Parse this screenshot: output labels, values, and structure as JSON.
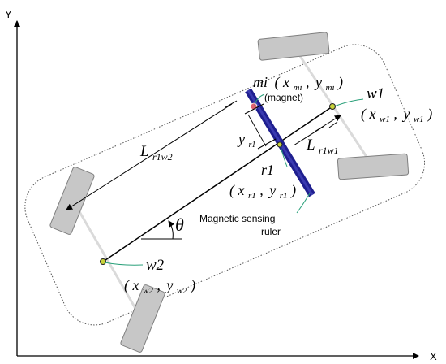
{
  "axes": {
    "x_label": "X",
    "y_label": "Y"
  },
  "labels": {
    "mi_prefix": "mi",
    "mi_coords_open": "(",
    "mi_x": "x",
    "mi_x_sub": "mi",
    "mi_sep": ",",
    "mi_y": "y",
    "mi_y_sub": "mi",
    "mi_close": ")",
    "magnet": "(magnet)",
    "w1": "w1",
    "w1_coords_open": "(",
    "w1_x": "x",
    "w1_x_sub": "w1",
    "w1_sep": ",",
    "w1_y": "y",
    "w1_y_sub": "w1",
    "w1_close": ")",
    "l_r1w2": "L",
    "l_r1w2_sub": "r1w2",
    "y_r1": "y",
    "y_r1_sub": "r1",
    "l_r1w1": "L",
    "l_r1w1_sub": "r1w1",
    "r1": "r1",
    "r1_coords_open": "(",
    "r1_x": "x",
    "r1_x_sub": "r1",
    "r1_sep": ",",
    "r1_y": "y",
    "r1_y_sub": "r1",
    "r1_close": ")",
    "theta": "θ",
    "ruler_line1": "Magnetic sensing",
    "ruler_line2": "ruler",
    "w2": "w2",
    "w2_coords_open": "(",
    "w2_x": "x",
    "w2_x_sub": "w2",
    "w2_sep": ",",
    "w2_y": "y",
    "w2_y_sub": "w2",
    "w2_close": ")"
  },
  "colors": {
    "ruler": "#1f1f8f",
    "magnet": "#e06070",
    "point_marker": "#c8d23a",
    "leader": "#2aa07a"
  }
}
